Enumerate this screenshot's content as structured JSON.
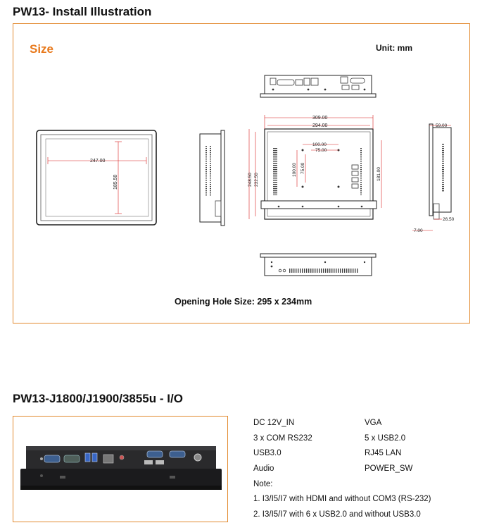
{
  "install": {
    "title": "PW13- Install Illustration",
    "size_label": "Size",
    "unit_label": "Unit: mm",
    "opening_hole": "Opening Hole Size: 295 x 234mm",
    "dimensions": {
      "front_width": "247.00",
      "front_height": "185.50",
      "rear_width_outer": "309.00",
      "rear_width_inner": "294.00",
      "hole_spacing_h1": "100.00",
      "hole_spacing_h2": "75.00",
      "hole_spacing_v1": "100.00",
      "hole_spacing_v2": "75.00",
      "rear_height_outer": "248.50",
      "rear_height_inner": "232.50",
      "rear_height_right": "181.00",
      "depth": "59.00",
      "bezel": "7.00",
      "depth_lower": "26.50"
    }
  },
  "io": {
    "title": "PW13-J1800/J1900/3855u - I/O",
    "left_col": [
      "DC 12V_IN",
      "3 x COM RS232",
      "USB3.0",
      "Audio"
    ],
    "right_col": [
      "VGA",
      "5 x USB2.0",
      "RJ45 LAN",
      "POWER_SW"
    ],
    "note_label": "Note:",
    "notes": [
      "1. I3/I5/I7 with HDMI and without COM3 (RS-232)",
      "2. I3/I5/I7 with 6 x USB2.0 and without USB3.0"
    ]
  },
  "colors": {
    "accent": "#e28a2f",
    "size_text": "#e8791c",
    "dim_red": "#d81e1e"
  }
}
